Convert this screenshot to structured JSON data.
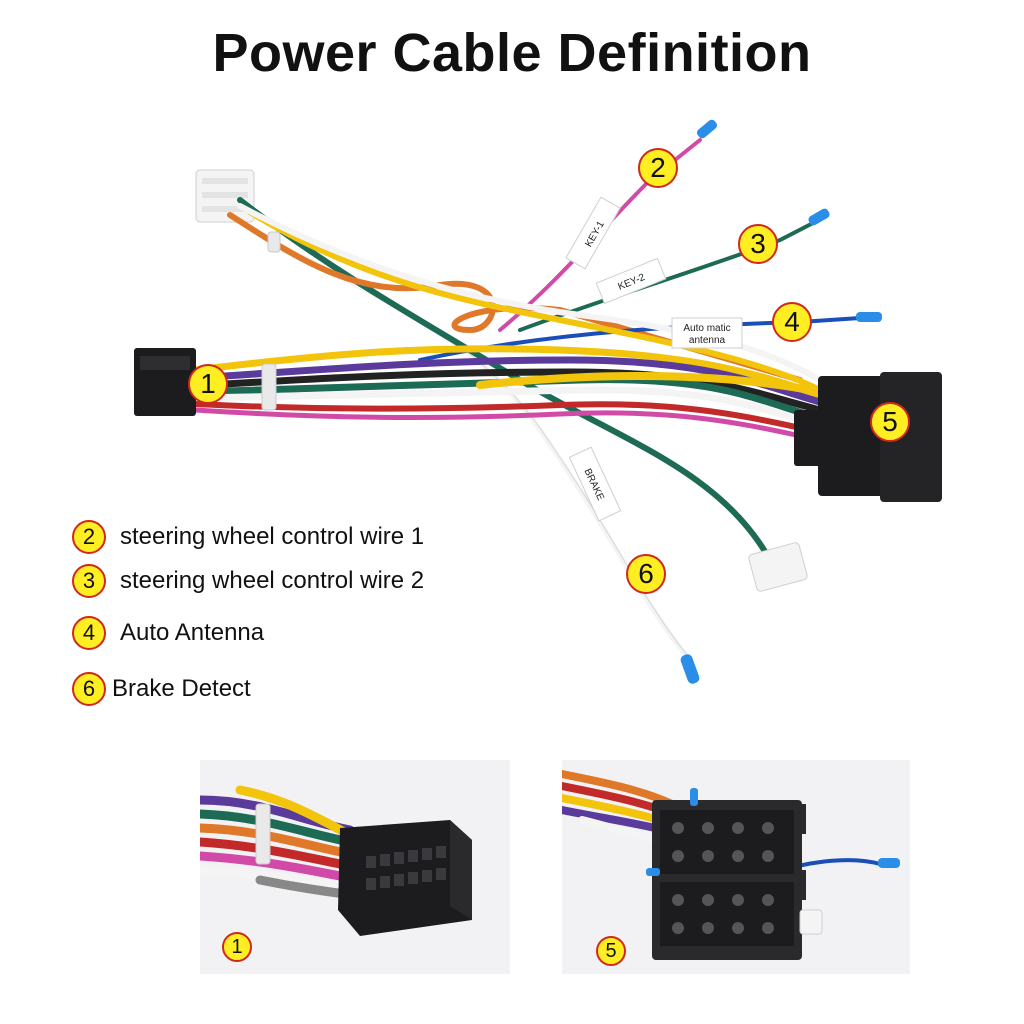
{
  "title": "Power Cable Definition",
  "callouts": {
    "c1": "1",
    "c2": "2",
    "c3": "3",
    "c4": "4",
    "c5": "5",
    "c6": "6"
  },
  "wire_tags": {
    "key1": "KEY-1",
    "key2": "KEY-2",
    "antenna_line1": "Auto matic",
    "antenna_line2": "antenna",
    "brake": "BRAKE"
  },
  "legend": [
    {
      "number": "2",
      "label": "steering wheel control wire 1"
    },
    {
      "number": "3",
      "label": "steering wheel control wire 2"
    },
    {
      "number": "4",
      "label": "Auto Antenna"
    },
    {
      "number": "6",
      "label": "Brake Detect"
    }
  ],
  "photos": {
    "left_number": "1",
    "right_number": "5"
  },
  "colors": {
    "badge_fill": "#ffee22",
    "badge_ring": "#d0281d",
    "connector": "#1c1c1e",
    "wire_yellow": "#f2c40c",
    "wire_purple": "#5a3a9a",
    "wire_green": "#1e6b55",
    "wire_blue": "#1a4fb8",
    "wire_pink": "#d24aa8",
    "wire_orange": "#e0782a",
    "wire_red": "#c22a2a",
    "wire_white": "#f4f4f4",
    "wire_black": "#222222",
    "tip_blue": "#2a8ee8"
  }
}
